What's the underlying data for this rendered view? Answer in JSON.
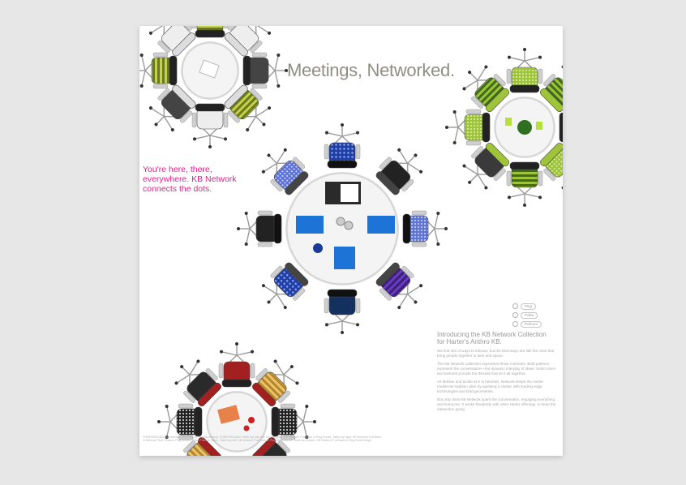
{
  "headline": "Meetings, Networked.",
  "tagline": [
    "You're here, there,",
    "everywhere. KB Network",
    "connects the dots."
  ],
  "intro": {
    "title": [
      "Introducing the KB Network Collection",
      "for Harter's Anthro KB."
    ],
    "paragraphs": [
      "We find lots of ways to interact, but the best ways are still the ones that bring people together in time and space.",
      "The KB Network collection expresses those moments. Bold patterns represent the conversation—the dynamic interplay of ideas. Solid colors and textures provide the threads that tie it all together.",
      "As familiar and tactile as it is futuristic, Network keeps the Harter modernist tradition alive by updating a classic with leading-edge technologies and bold geometries.",
      "Not only does KB Network spark the conversation, engaging everything and everyone. It works flawlessly with other Harter offerings, to keep the interaction going."
    ]
  },
  "legend": [
    "Ping",
    "Polka",
    "Pollcom"
  ],
  "credits": [
    "FOREGROUND: KB Network Full Back in Ping Blue/Black. FOREGROUND: Table top with Arc Counterpoint. KB Network Full Back in Ping Purple. Table top right: KB Network Full Back",
    "in Network Teal. Polka in Ping Green. Polka Pollcom Black. Table top left: KB Network Full Back in Ping Black/White. Table top bottom: KB Network Full Back in Ping Red/Orange."
  ],
  "colors": {
    "background": "#e7e7e7",
    "paper": "#ffffff",
    "headline": "#8f8f83",
    "tagline": "#e6208b",
    "body_text": "#9a9a9a"
  }
}
